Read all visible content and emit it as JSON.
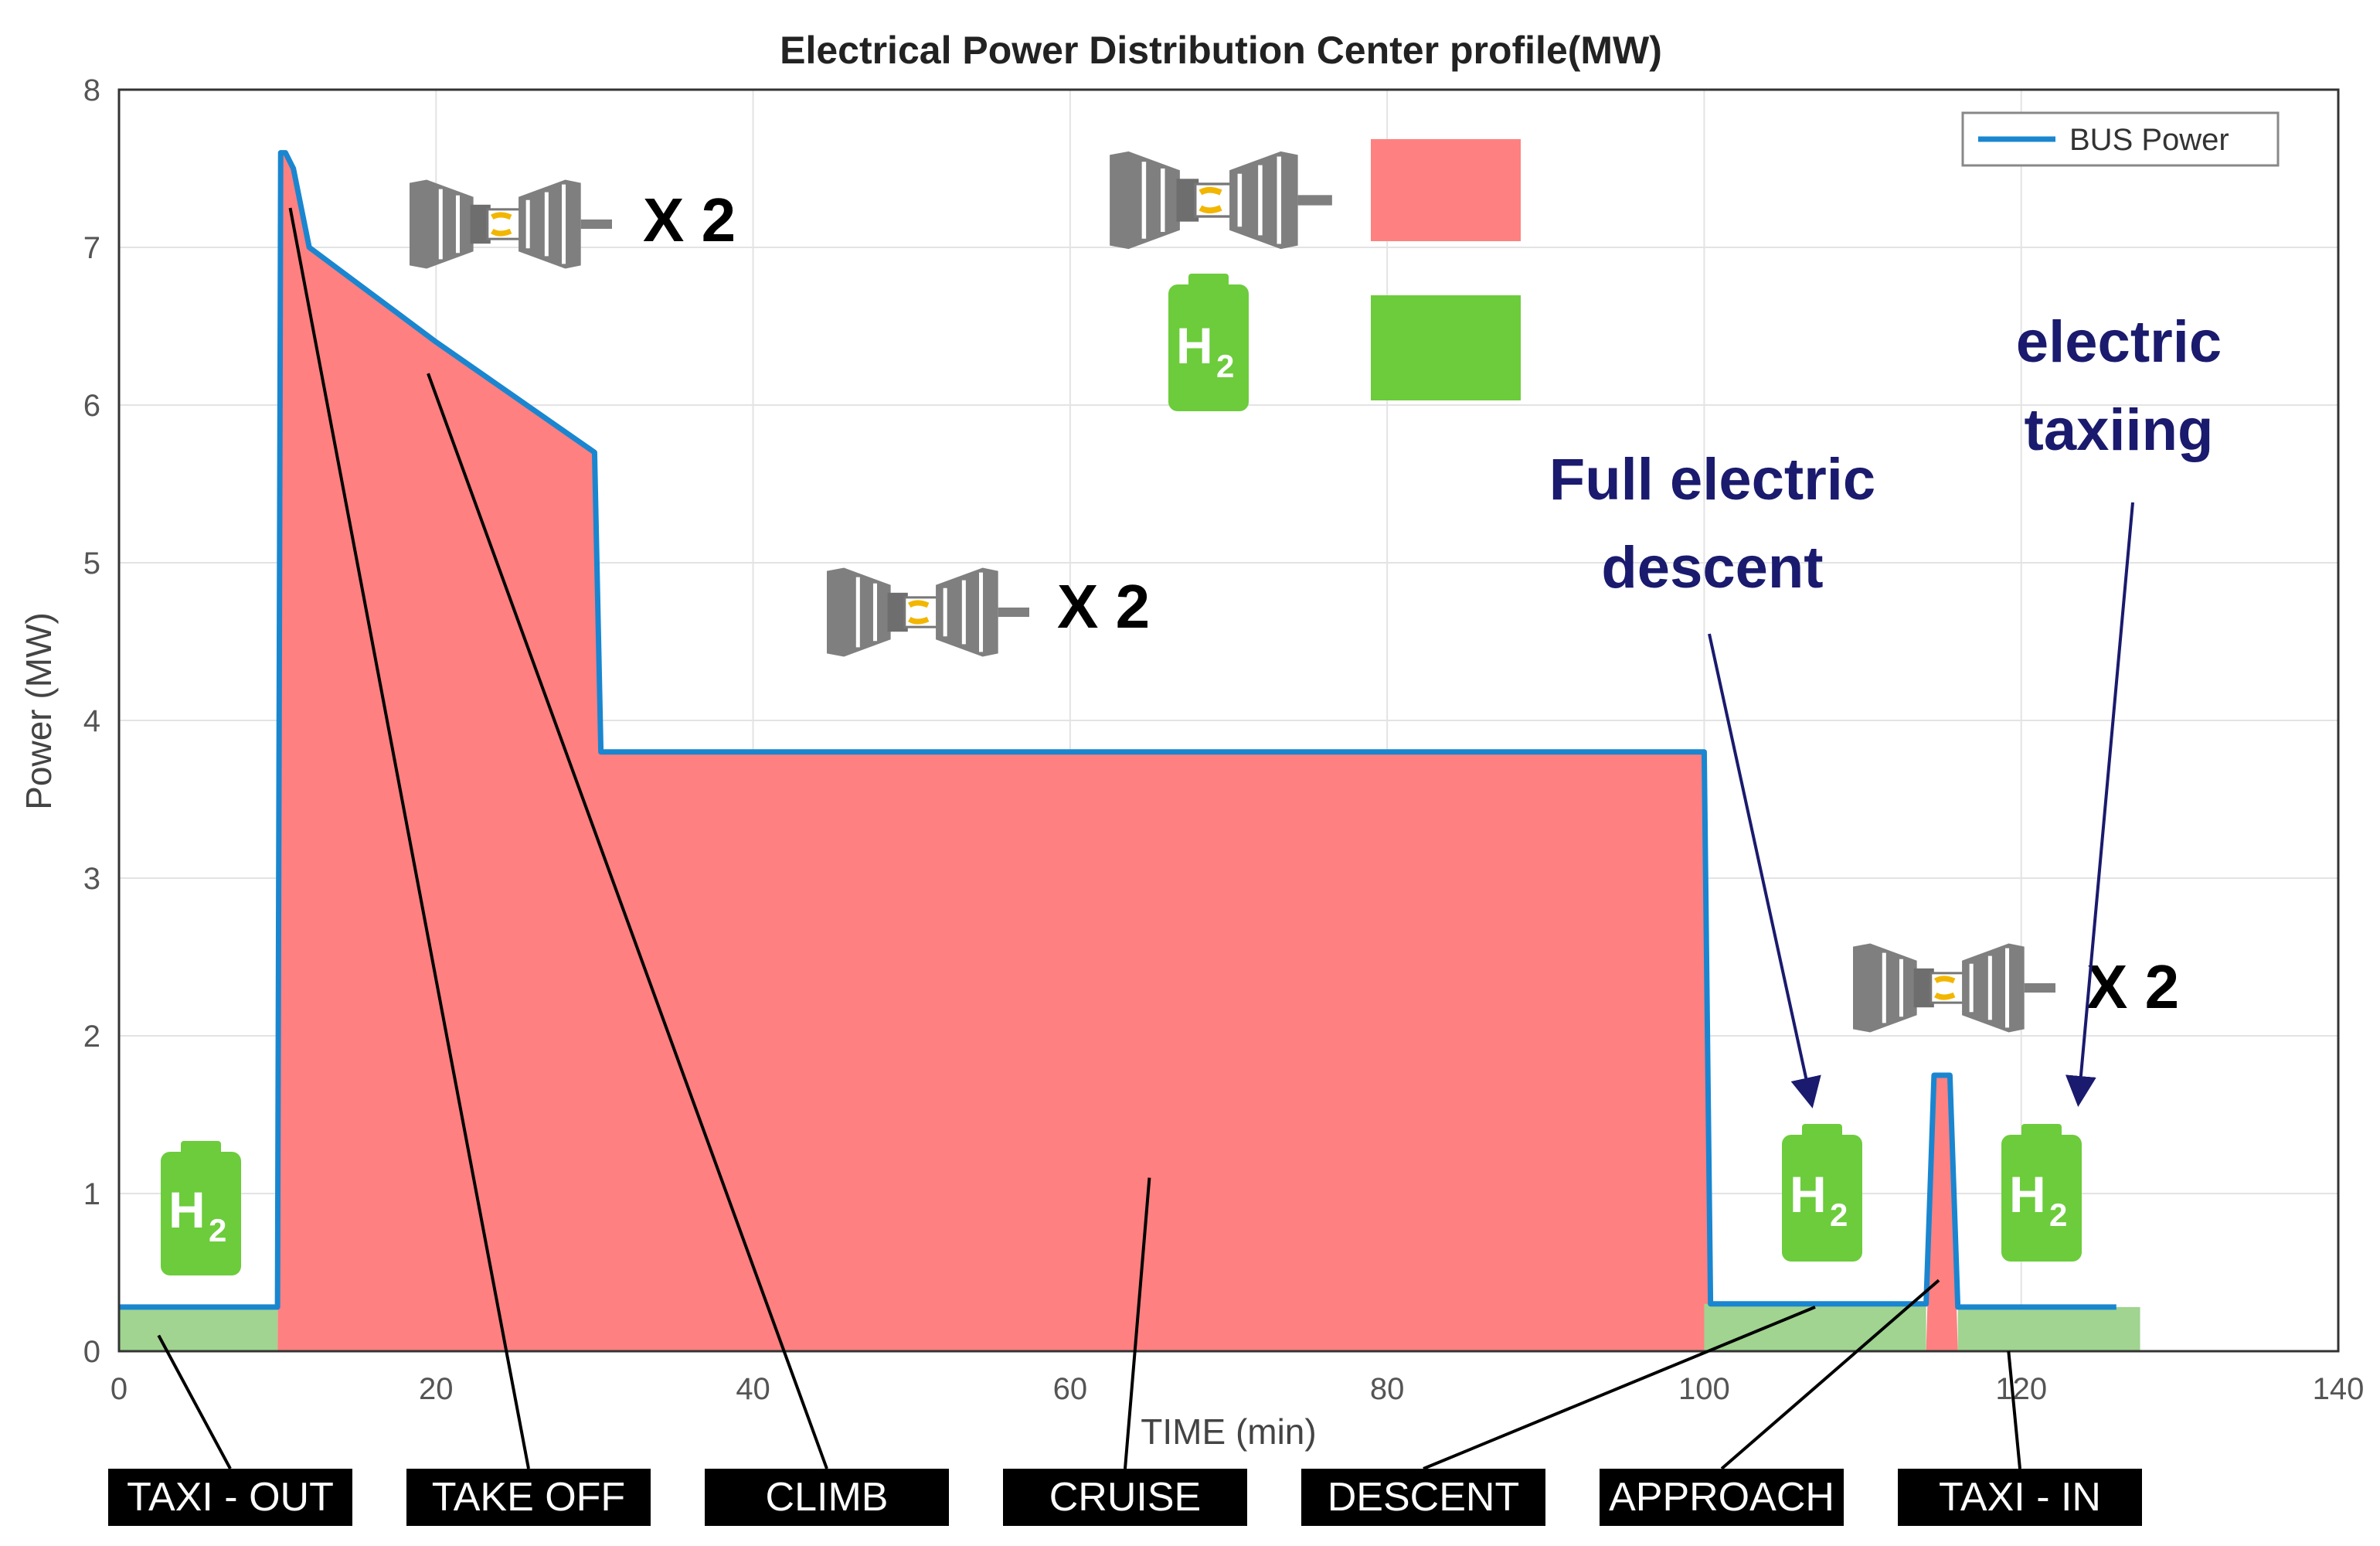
{
  "chart_data": {
    "type": "area",
    "title": "Electrical Power Distribution Center profile(MW)",
    "xlabel": "TIME (min)",
    "ylabel": "Power (MW)",
    "xlim": [
      0,
      140
    ],
    "ylim": [
      0,
      8
    ],
    "xticks": [
      0,
      20,
      40,
      60,
      80,
      100,
      120,
      140
    ],
    "yticks": [
      0,
      1,
      2,
      3,
      4,
      5,
      6,
      7,
      8
    ],
    "grid": true,
    "legend": {
      "position": "top-right",
      "entries": [
        "BUS Power"
      ]
    },
    "series": [
      {
        "name": "BUS Power",
        "color": "#1a86d0",
        "x": [
          0,
          10,
          10.2,
          10.5,
          11,
          12,
          20,
          30,
          30.4,
          100,
          100.4,
          114,
          114.5,
          115.5,
          116,
          126
        ],
        "y": [
          0.28,
          0.28,
          7.6,
          7.6,
          7.5,
          7.0,
          6.4,
          5.7,
          3.8,
          3.8,
          0.3,
          0.3,
          1.75,
          1.75,
          0.28,
          0.28
        ]
      }
    ],
    "fill_areas": [
      {
        "role": "gas turbine",
        "color": "#ff8080",
        "x": [
          10,
          10.2,
          10.5,
          11,
          12,
          20,
          30,
          30.4,
          100,
          100.4
        ],
        "y": [
          0,
          7.6,
          7.6,
          7.5,
          7.0,
          6.4,
          5.7,
          3.8,
          3.8,
          0
        ]
      },
      {
        "role": "gas turbine",
        "color": "#ff8080",
        "x": [
          114,
          114.5,
          115.5,
          116
        ],
        "y": [
          0,
          1.75,
          1.75,
          0
        ]
      },
      {
        "role": "hydrogen",
        "color": "#a0d490",
        "x": [
          0,
          10
        ],
        "y": [
          0.28,
          0.28
        ]
      },
      {
        "role": "hydrogen",
        "color": "#a0d490",
        "x": [
          100,
          114
        ],
        "y": [
          0.3,
          0.3
        ]
      },
      {
        "role": "hydrogen",
        "color": "#a0d490",
        "x": [
          116,
          127.5
        ],
        "y": [
          0.28,
          0.28
        ]
      }
    ],
    "legend_key": {
      "turbine_color": "#ff8080",
      "h2_color": "#6ccc3c"
    },
    "annotations": {
      "turbine_multiplier": "X 2",
      "h2_label": "H",
      "h2_subscript": "2",
      "descent_note": [
        "Full electric",
        "descent"
      ],
      "taxi_note": [
        "electric",
        "taxiing"
      ]
    },
    "phases": [
      "TAXI - OUT",
      "TAKE OFF",
      "CLIMB",
      "CRUISE",
      "DESCENT",
      "APPROACH",
      "TAXI - IN"
    ],
    "phase_pointers": [
      {
        "phase": "TAXI - OUT",
        "x": 2.5,
        "y": 0.1
      },
      {
        "phase": "TAKE OFF",
        "x": 10.8,
        "y": 7.25
      },
      {
        "phase": "CLIMB",
        "x": 19.5,
        "y": 6.2
      },
      {
        "phase": "CRUISE",
        "x": 65,
        "y": 1.1
      },
      {
        "phase": "DESCENT",
        "x": 107,
        "y": 0.28
      },
      {
        "phase": "APPROACH",
        "x": 114.8,
        "y": 0.45
      },
      {
        "phase": "TAXI - IN",
        "x": 119.2,
        "y": 0.0
      }
    ]
  }
}
